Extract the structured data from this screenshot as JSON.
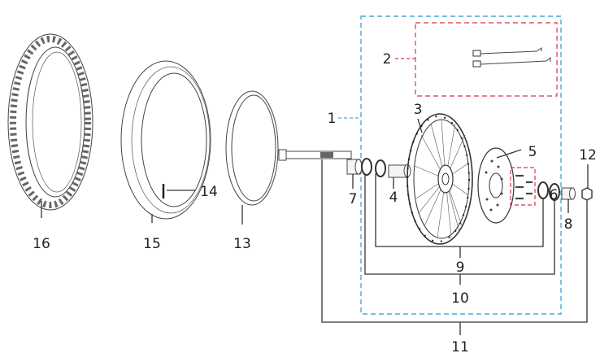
{
  "colors": {
    "assembly_box": "#4aa9d6",
    "subgroup_box": "#d8344a",
    "line": "#333333",
    "label": "#222222"
  },
  "callouts": {
    "c1": "1",
    "c2": "2",
    "c3": "3",
    "c4": "4",
    "c5": "5",
    "c6": "6",
    "c7": "7",
    "c8": "8",
    "c9": "9",
    "c10": "10",
    "c11": "11",
    "c12": "12",
    "c13": "13",
    "c14": "14",
    "c15": "15",
    "c16": "16"
  }
}
